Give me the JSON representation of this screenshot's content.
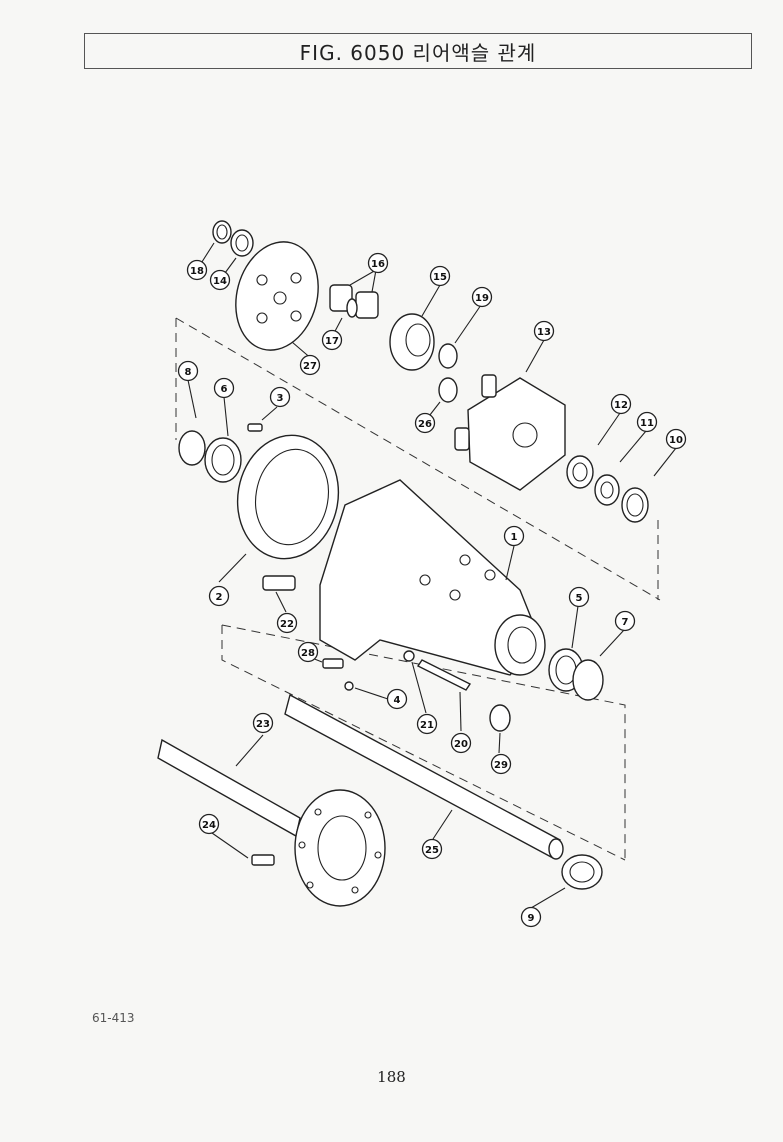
{
  "header": {
    "title": "FIG. 6050 리어액슬 관계"
  },
  "footer": {
    "ref_code": "61-413",
    "page_number": "188"
  },
  "callouts": [
    {
      "n": "1"
    },
    {
      "n": "2"
    },
    {
      "n": "3"
    },
    {
      "n": "4"
    },
    {
      "n": "5"
    },
    {
      "n": "6"
    },
    {
      "n": "7"
    },
    {
      "n": "8"
    },
    {
      "n": "9"
    },
    {
      "n": "10"
    },
    {
      "n": "11"
    },
    {
      "n": "12"
    },
    {
      "n": "13"
    },
    {
      "n": "14"
    },
    {
      "n": "15"
    },
    {
      "n": "16"
    },
    {
      "n": "17"
    },
    {
      "n": "18"
    },
    {
      "n": "19"
    },
    {
      "n": "20"
    },
    {
      "n": "21"
    },
    {
      "n": "22"
    },
    {
      "n": "23"
    },
    {
      "n": "24"
    },
    {
      "n": "25"
    },
    {
      "n": "26"
    },
    {
      "n": "27"
    },
    {
      "n": "28"
    },
    {
      "n": "29"
    }
  ]
}
